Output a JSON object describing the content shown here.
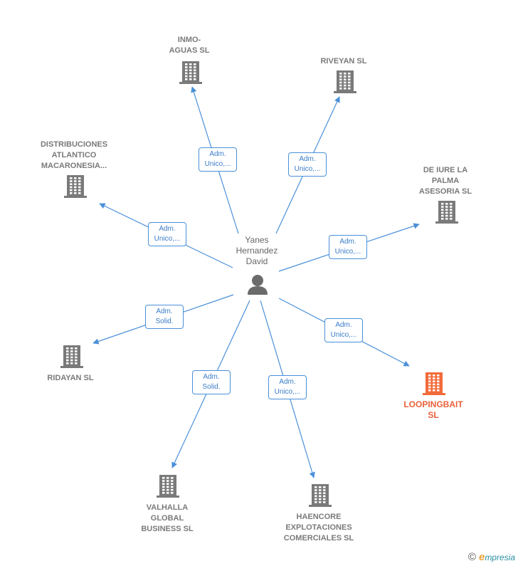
{
  "center": {
    "name": "Yanes\nHernandez\nDavid",
    "icon": "person-icon"
  },
  "companies": [
    {
      "id": "inmo-aguas",
      "name": "INMO-\nAGUAS  SL",
      "relation": "Adm.\nUnico,...",
      "highlight": false
    },
    {
      "id": "riveyan",
      "name": "RIVEYAN SL",
      "relation": "Adm.\nUnico,...",
      "highlight": false
    },
    {
      "id": "distribuciones",
      "name": "DISTRIBUCIONES\nATLANTICO\nMACARONESIA...",
      "relation": "Adm.\nUnico,...",
      "highlight": false
    },
    {
      "id": "de-iure",
      "name": "DE IURE LA\nPALMA\nASESORIA  SL",
      "relation": "Adm.\nUnico,...",
      "highlight": false
    },
    {
      "id": "ridayan",
      "name": "RIDAYAN SL",
      "relation": "Adm.\nSolid.",
      "highlight": false
    },
    {
      "id": "loopingbait",
      "name": "LOOPINGBAIT\nSL",
      "relation": "Adm.\nUnico,...",
      "highlight": true
    },
    {
      "id": "valhalla",
      "name": "VALHALLA\nGLOBAL\nBUSINESS  SL",
      "relation": "Adm.\nSolid.",
      "highlight": false
    },
    {
      "id": "haencore",
      "name": "HAENCORE\nEXPLOTACIONES\nCOMERCIALES SL",
      "relation": "Adm.\nUnico,...",
      "highlight": false
    }
  ],
  "colors": {
    "edge": "#4a90d9",
    "building": "#7a7a7a",
    "highlight": "#f26b3a",
    "person": "#6b6b6b"
  },
  "footer": {
    "copyright": "©",
    "brand_initial": "e",
    "brand_rest": "mpresia"
  }
}
